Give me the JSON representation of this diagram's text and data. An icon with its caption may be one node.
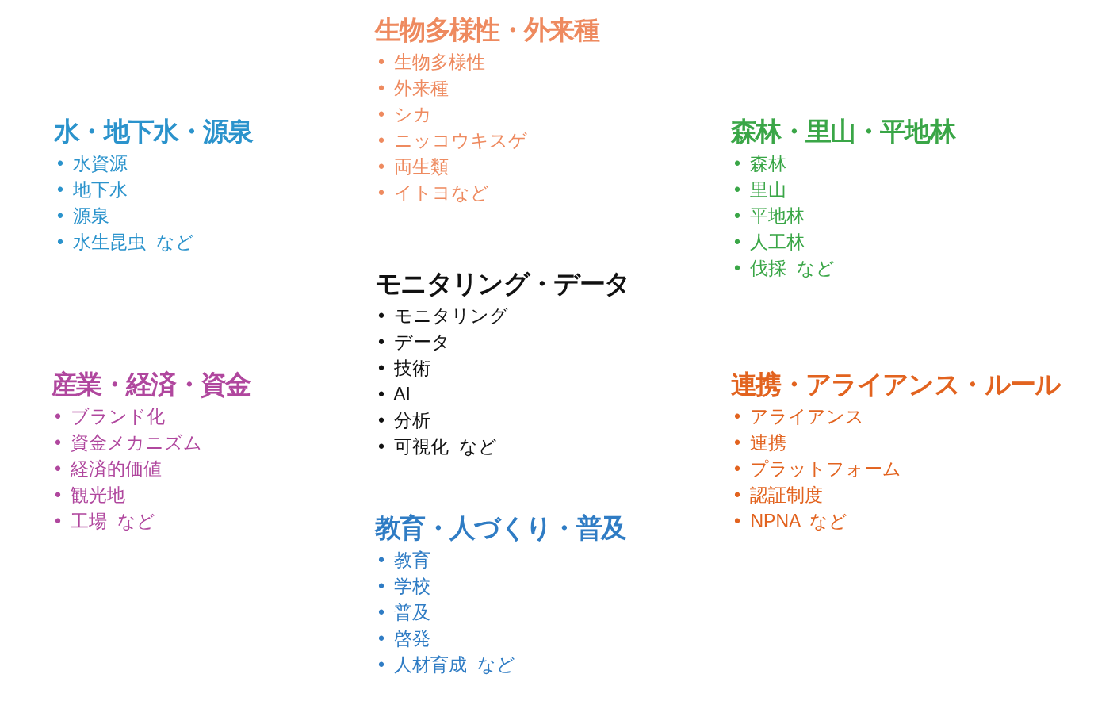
{
  "diagram": {
    "nodes": [
      {
        "text": [
          "生物多様性・外来種",
          "• 生物多様性",
          "• 外来種",
          "• シカ",
          "• ニッコウキスゲ",
          "• 両生類",
          "• イトヨなど"
        ]
      },
      {
        "text": [
          "水・地下水・源泉",
          "• 水資源",
          "• 地下水",
          "• 源泉",
          "• 水生昆虫 など"
        ]
      },
      {
        "text": [
          "森林・里山・平地林",
          "• 森林",
          "• 里山",
          "• 平地林",
          "• 人工林",
          "• 伐採 など"
        ]
      },
      {
        "text": [
          "モニタリング・データ",
          "• モニタリング",
          "• データ",
          "• 技術",
          "• AI",
          "• 分析",
          "• 可視化 など"
        ]
      },
      {
        "text": [
          "産業・経済・資金",
          "• ブランド化",
          "• 資金メカニズム",
          "• 経済的価値",
          "• 観光地",
          "• 工場 など"
        ]
      },
      {
        "text": [
          "連携・アライアンス・ルール",
          "• アライアンス",
          "• 連携",
          "• プラットフォーム",
          "• 認証制度",
          "• NPNA など"
        ]
      },
      {
        "text": [
          "教育・人づくり・普及",
          "• 教育",
          "• 学校",
          "• 普及",
          "• 啓発",
          "• 人材育成 など"
        ]
      }
    ]
  }
}
